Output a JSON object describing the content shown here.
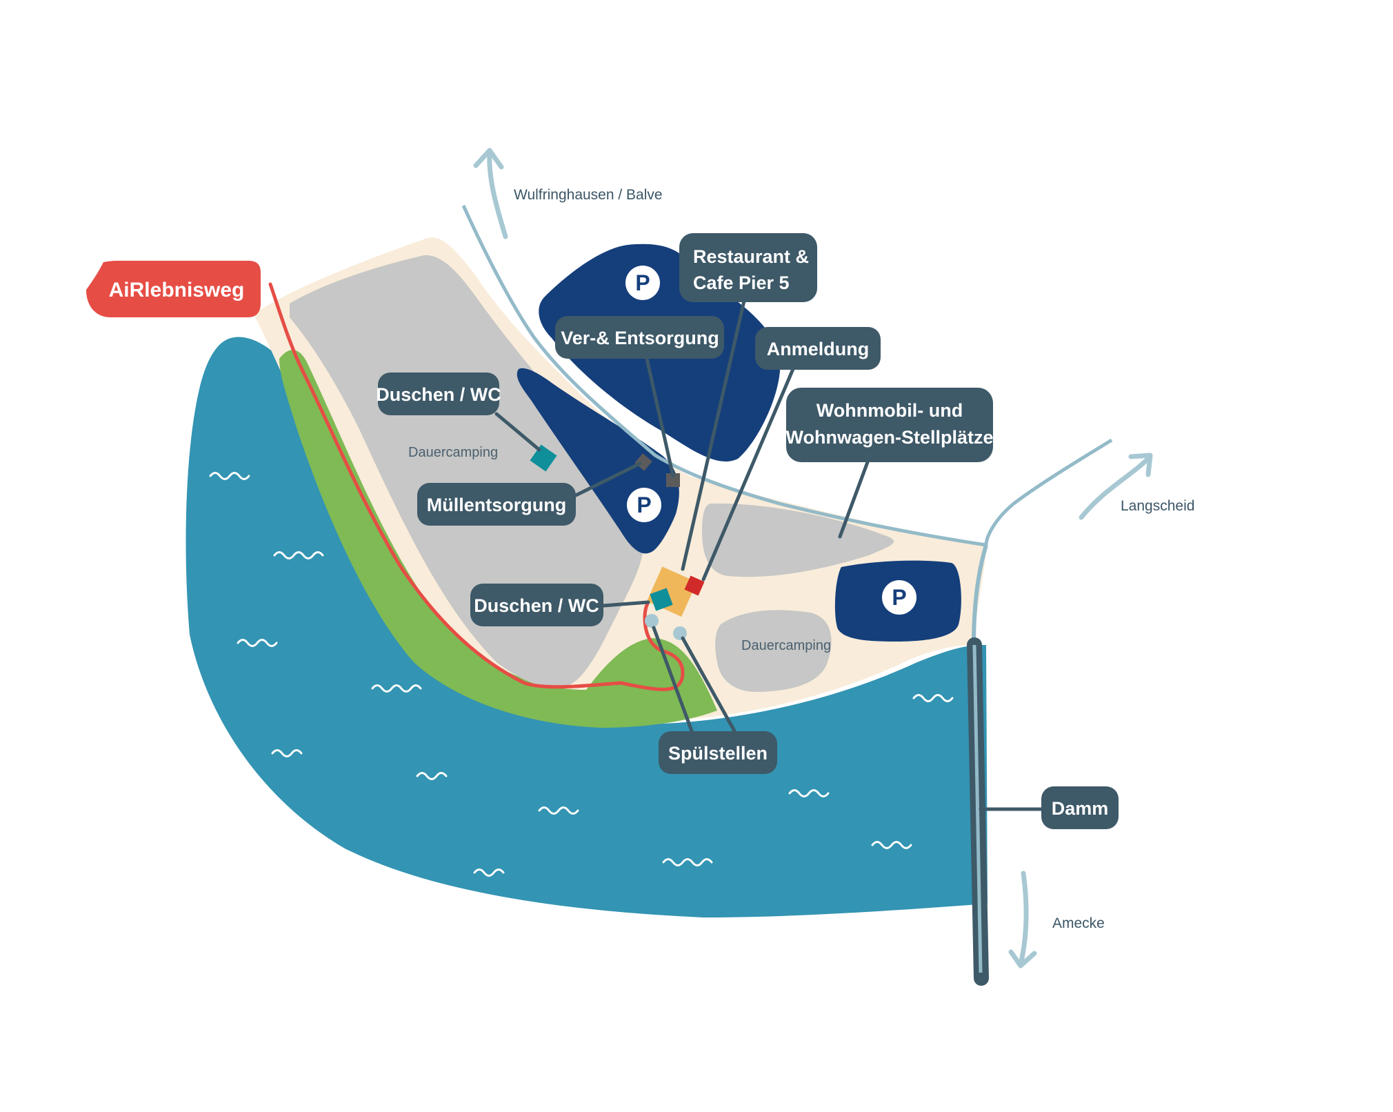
{
  "colors": {
    "water": "#3394b3",
    "sand": "#f9ecda",
    "camp": "#c6c7c6",
    "green": "#7fba55",
    "parking": "#153f7b",
    "label": "#3e5968",
    "trail": "#e64d45",
    "road": "#93bac8",
    "dam": "#3e5968",
    "building": "#f0b75a",
    "reception": "#d12a2a",
    "sanitary": "#0e8f9a",
    "bin": "#5b5b5b"
  },
  "labels": {
    "airlebnisweg": "AiRlebnisweg",
    "restaurant_line1": "Restaurant &",
    "restaurant_line2": "Cafe Pier 5",
    "ver_entsorgung": "Ver-& Entsorgung",
    "anmeldung": "Anmeldung",
    "duschen_wc_top": "Duschen / WC",
    "wohnmobil_line1": "Wohnmobil- und",
    "wohnmobil_line2": "Wohnwagen-Stellplätze",
    "muellentsorgung": "Müllentsorgung",
    "duschen_wc_bottom": "Duschen / WC",
    "spuelstellen": "Spülstellen",
    "damm": "Damm"
  },
  "areas": {
    "dauercamping_left": "Dauercamping",
    "dauercamping_right": "Dauercamping"
  },
  "destinations": {
    "north": "Wulfringhausen / Balve",
    "east": "Langscheid",
    "south": "Amecke"
  },
  "parking_symbol": "P"
}
